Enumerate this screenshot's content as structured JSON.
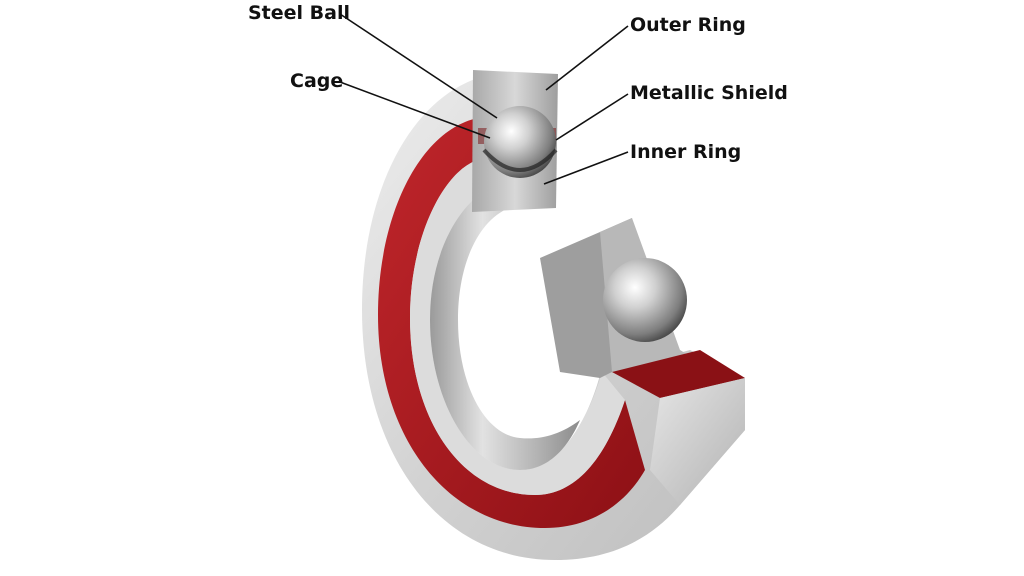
{
  "labels": {
    "steel_ball": "Steel Ball",
    "outer_ring": "Outer Ring",
    "cage": "Cage",
    "metallic_shield": "Metallic Shield",
    "inner_ring": "Inner Ring"
  },
  "colors": {
    "ring_metal": "#d6d6d6",
    "shield_red": "#a3161b",
    "ball_steel": "#b8b8b8",
    "leader_line": "#111111",
    "label_text": "#111111"
  }
}
